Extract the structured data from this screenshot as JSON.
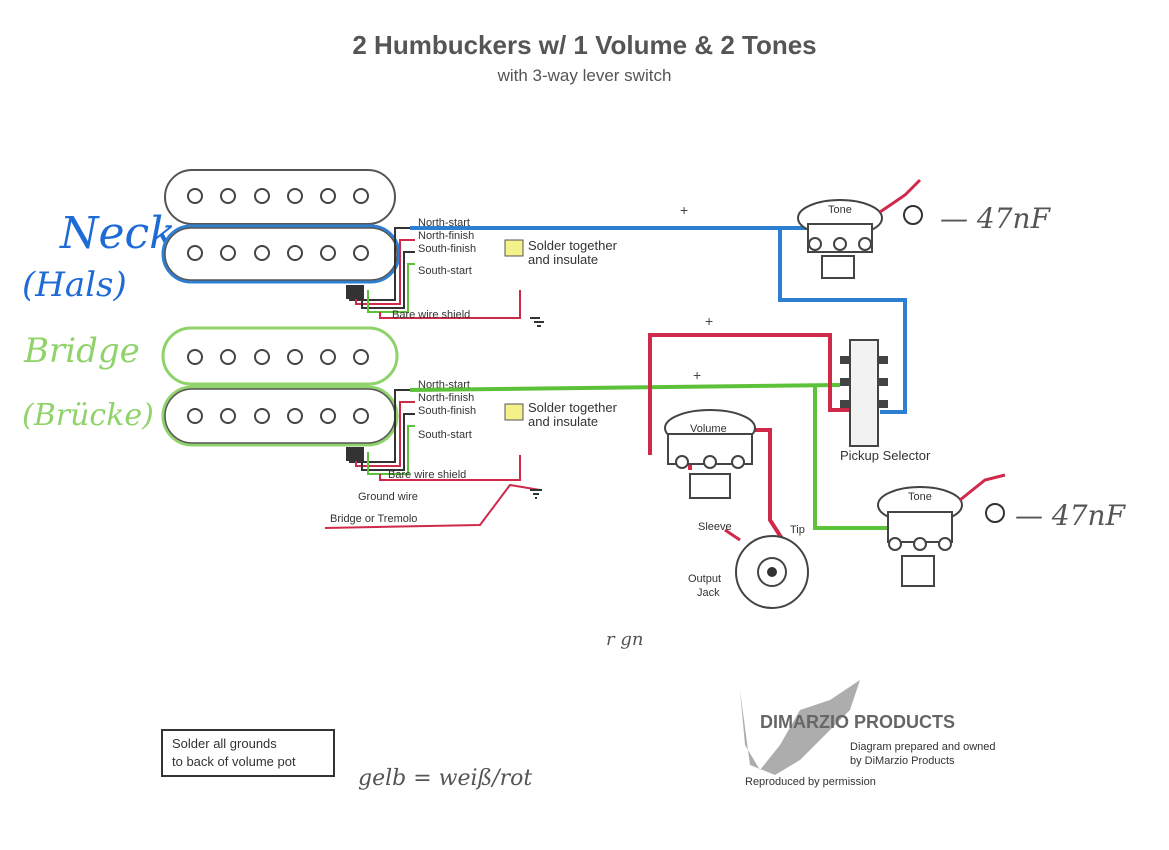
{
  "title": "2 Humbuckers w/ 1 Volume & 2 Tones",
  "subtitle": "with 3-way lever switch",
  "colors": {
    "neck_wire": "#2e7fd1",
    "bridge_wire": "#5cc23a",
    "hot_wire": "#d02a4a",
    "ground_wire": "#333333",
    "handwriting_neck": "#1e6bd6",
    "handwriting_bridge": "#8fd36a"
  },
  "handwritten": {
    "neck": "Neck",
    "neck_alt": "(Hals)",
    "bridge": "Bridge",
    "bridge_alt": "(Brücke)",
    "cap_value_1": "— 47nF",
    "cap_value_2": "— 47nF",
    "gelb_note": "gelb = weiß/rot",
    "mid_note": "r gn"
  },
  "neck_pickup": {
    "labels": {
      "north_start": "North-start",
      "north_finish": "North-finish",
      "south_finish": "South-finish",
      "south_start": "South-start",
      "bare_shield": "Bare wire shield"
    },
    "solder_note_line1": "Solder together",
    "solder_note_line2": "and insulate"
  },
  "bridge_pickup": {
    "labels": {
      "north_start": "North-start",
      "north_finish": "North-finish",
      "south_finish": "South-finish",
      "south_start": "South-start",
      "bare_shield": "Bare wire shield"
    },
    "solder_note_line1": "Solder together",
    "solder_note_line2": "and insulate",
    "ground_wire": "Ground wire",
    "bridge_tremolo": "Bridge or Tremolo"
  },
  "components": {
    "tone_pot_top": "Tone",
    "tone_pot_bottom": "Tone",
    "volume_pot": "Volume",
    "pickup_selector": "Pickup Selector",
    "sleeve": "Sleeve",
    "tip": "Tip",
    "output_jack_line1": "Output",
    "output_jack_line2": "Jack"
  },
  "notes": {
    "solder_grounds_line1": "Solder all grounds",
    "solder_grounds_line2": "to back of volume pot"
  },
  "logo": {
    "brand": "DIMARZIO PRODUCTS",
    "tagline_line1": "Diagram prepared and owned",
    "tagline_line2": "by DiMarzio Products",
    "footer": "Reproduced by permission"
  }
}
